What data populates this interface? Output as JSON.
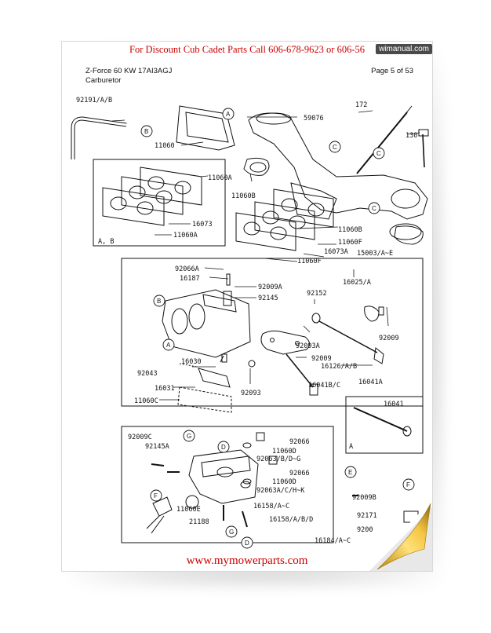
{
  "banner": {
    "promo": "For  Discount Cub Cadet Parts Call 606-678-9623 or 606-56",
    "badge": "wimanual.com"
  },
  "header": {
    "model": "Z-Force 60 KW 17AI3AGJ",
    "section": "Carburetor",
    "page": "Page 5 of 53"
  },
  "parts": {
    "p92191": "92191/A/B",
    "p172": "172",
    "p59076": "59076",
    "p130": "130",
    "p11060_top": "11060",
    "p11060A_1": "11060A",
    "p16073": "16073",
    "p11060A_2": "11060A",
    "pAB": "A, B",
    "p11060B_1": "11060B",
    "p11060B_2": "11060B",
    "p11060F_1": "11060F",
    "p16073A": "16073A",
    "p11060F_2": "11060F",
    "p15003": "15003/A~E",
    "p92066A": "92066A",
    "p16187": "16187",
    "p92009A": "92009A",
    "p92145": "92145",
    "p16025": "16025/A",
    "p92152": "92152",
    "p92009_1": "92009",
    "p92093A": "92093A",
    "p92009_2": "92009",
    "p16126": "16126/A/B",
    "p16030": "16030",
    "p92043": "92043",
    "p16031": "16031",
    "p92093": "92093",
    "p16041BC": "16041B/C",
    "p16041A": "16041A",
    "p11060C": "11060C",
    "p16041": "16041",
    "pA_box": "A",
    "p92009C": "92009C",
    "p92145A": "92145A",
    "p92066_1": "92066",
    "p11060D_1": "11060D",
    "p92063BDG": "92063/B/D~G",
    "p92066_2": "92066",
    "p11060D_2": "11060D",
    "p92063ACHK": "92063A/C/H~K",
    "p16158AC": "16158/A~C",
    "p16158ABD": "16158/A/B/D",
    "p11060E": "11060E",
    "p21188": "21188",
    "p16184": "16184/A~C",
    "p92009B": "92009B",
    "p92171": "92171",
    "p9200": "9200"
  },
  "callouts": {
    "A": "A",
    "B": "B",
    "C": "C",
    "D": "D",
    "E": "E",
    "F": "F",
    "G": "G"
  },
  "footer": {
    "url": "www.mymowerparts.com"
  }
}
